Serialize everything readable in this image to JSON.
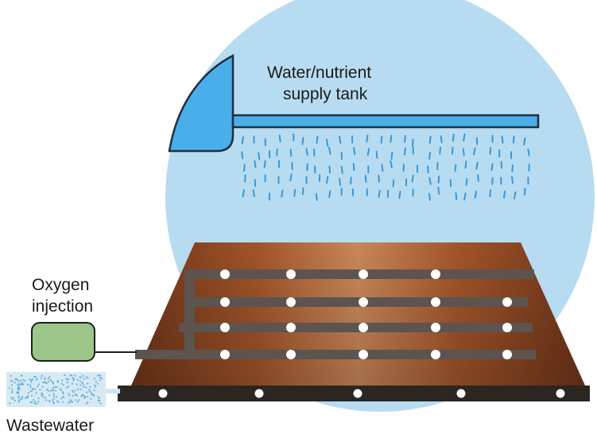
{
  "labels": {
    "tank_line1": "Water/nutrient",
    "tank_line2": "supply tank",
    "oxygen_line1": "Oxygen",
    "oxygen_line2": "injection",
    "wastewater": "Wastewater"
  },
  "icons": {
    "supply_tank": "quarter-circle-tank",
    "oxygen_unit": "rounded-box",
    "soil_bed": "trapezoid-bed"
  },
  "colors": {
    "sky_circle": "#b7dcf1",
    "tank_fill": "#4aaeea",
    "tank_stroke": "#1f2f3f",
    "droplet": "#3a97d8",
    "soil_dark": "#6e3418",
    "soil_mid": "#a2542a",
    "soil_light": "#c9875a",
    "pipe": "#5d534f",
    "hole": "#ffffff",
    "base_strip": "#2b2622",
    "oxygen_box": "#9cc58a",
    "wastewater_box": "#d7eaf4",
    "wastewater_dots": "#6bb2dc"
  }
}
